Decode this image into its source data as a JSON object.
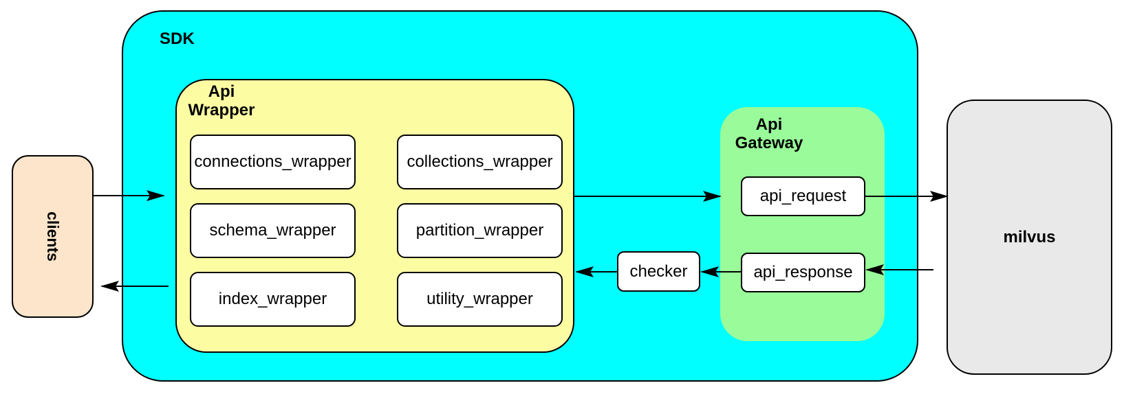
{
  "colors": {
    "sdk_bg": "#00FFFF",
    "wrapper_bg": "#FCFCA3",
    "gateway_bg": "#99FB99",
    "clients_bg": "#FCE5CB",
    "milvus_bg": "#E9E9E9",
    "box_bg": "#FFFFFF",
    "line": "#000000"
  },
  "clients": {
    "label": "clients"
  },
  "sdk": {
    "label": "SDK"
  },
  "api_wrapper": {
    "label_line1": "Api",
    "label_line2": "Wrapper",
    "boxes": [
      "connections_wrapper",
      "collections_wrapper",
      "schema_wrapper",
      "partition_wrapper",
      "index_wrapper",
      "utility_wrapper"
    ]
  },
  "checker": {
    "label": "checker"
  },
  "api_gateway": {
    "label_line1": "Api",
    "label_line2": "Gateway",
    "request_label": "api_request",
    "response_label": "api_response"
  },
  "milvus": {
    "label": "milvus"
  },
  "edges": [
    {
      "from": "clients",
      "to": "sdk"
    },
    {
      "from": "api_wrapper",
      "to": "clients"
    },
    {
      "from": "api_wrapper",
      "to": "api_gateway"
    },
    {
      "from": "api_request",
      "to": "milvus"
    },
    {
      "from": "milvus",
      "to": "api_response"
    },
    {
      "from": "api_response",
      "to": "checker"
    },
    {
      "from": "checker",
      "to": "api_wrapper"
    }
  ]
}
